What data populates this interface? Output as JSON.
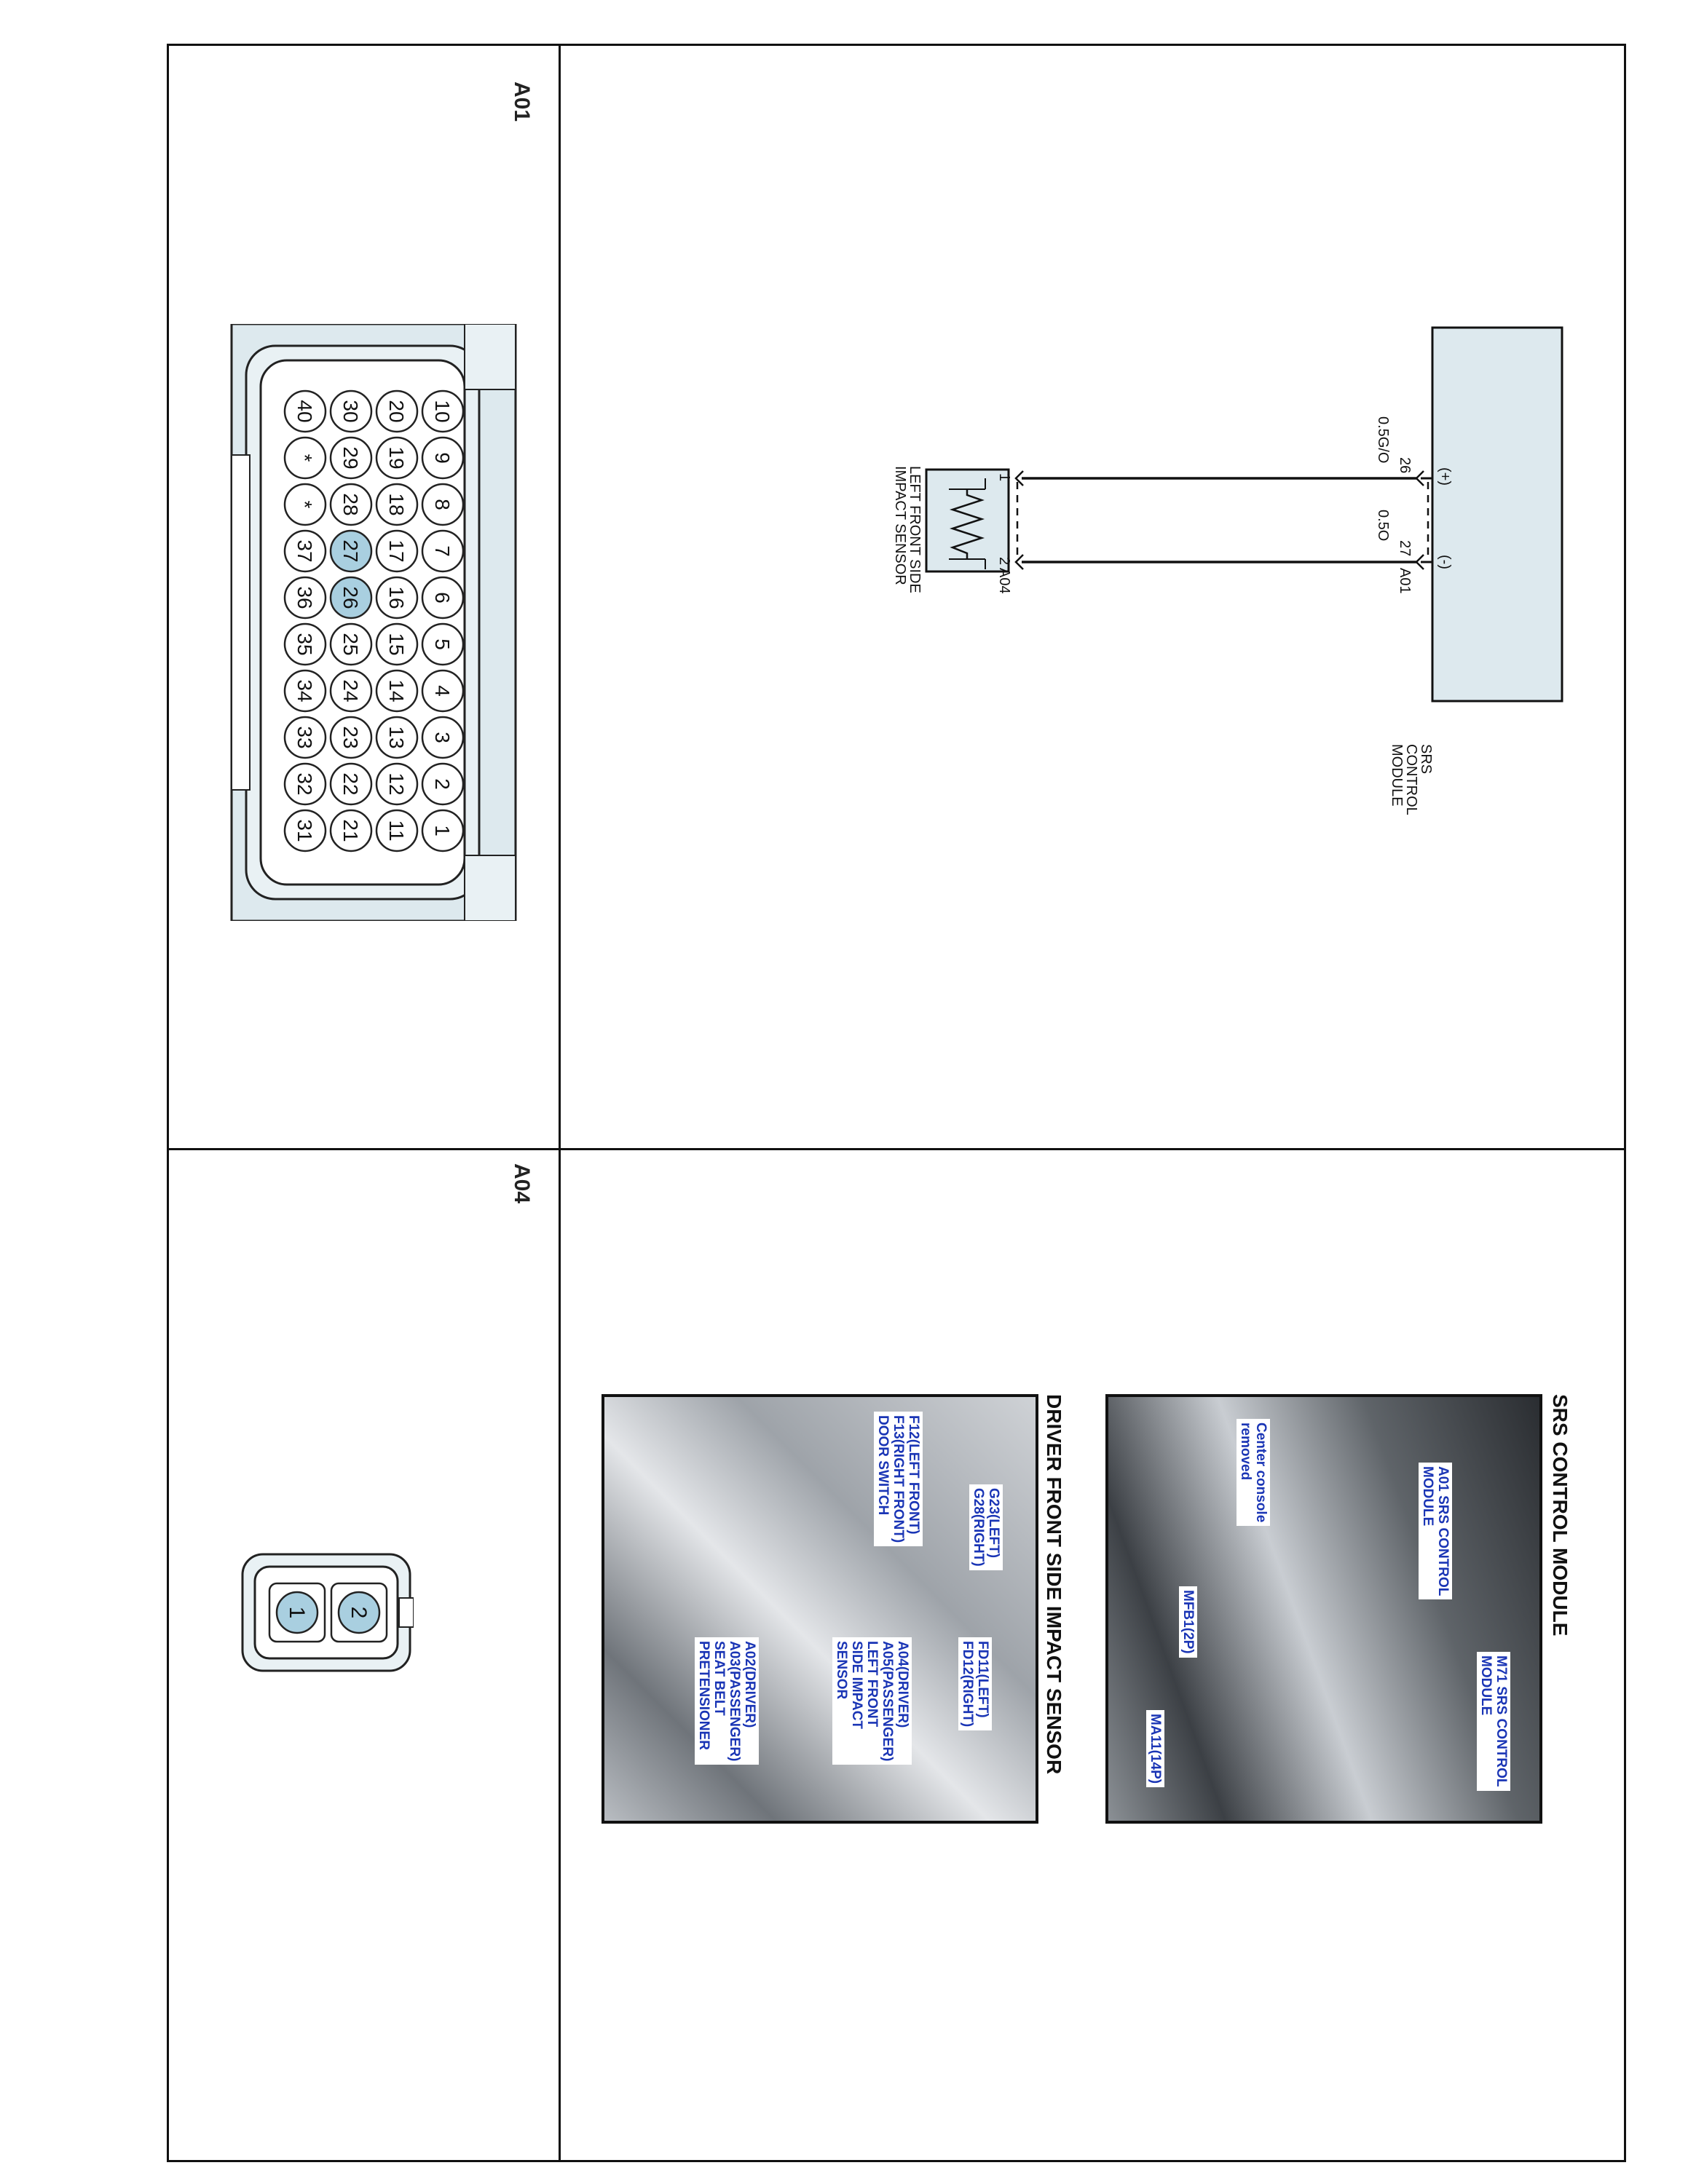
{
  "connectors": {
    "a01_label": "A01",
    "a04_label": "A04",
    "a01_pin_rows": [
      [
        "10",
        "9",
        "8",
        "7",
        "6",
        "5",
        "4",
        "3",
        "2",
        "1"
      ],
      [
        "20",
        "19",
        "18",
        "17",
        "16",
        "15",
        "14",
        "13",
        "12",
        "11"
      ],
      [
        "30",
        "29",
        "28",
        "27",
        "26",
        "25",
        "24",
        "23",
        "22",
        "21"
      ],
      [
        "40",
        "*",
        "*",
        "37",
        "36",
        "35",
        "34",
        "33",
        "32",
        "31"
      ]
    ],
    "a01_highlight_pins": [
      "27",
      "26"
    ],
    "a04_pins": [
      "2",
      "1"
    ],
    "highlight_color": "#a9cfe0"
  },
  "schematic": {
    "module_name": "SRS\nCONTROL\nMODULE",
    "module_connector": "A01",
    "pin_plus_label": "(+)",
    "pin_minus_label": "(-)",
    "pin_plus_number": "26",
    "pin_minus_number": "27",
    "wire_top_label": "0.5G/O",
    "wire_bottom_label": "0.5O",
    "sensor_pin_1": "1",
    "sensor_pin_2": "2",
    "sensor_connector": "A04",
    "sensor_name": "LEFT FRONT SIDE\nIMPACT SENSOR"
  },
  "photos": {
    "srs_title": "SRS CONTROL MODULE",
    "srs_callouts": {
      "a01": "A01 SRS CONTROL\nMODULE",
      "m71": "M71 SRS CONTROL\nMODULE",
      "console": "Center console\nremoved",
      "mfb1": "MFB1(2P)",
      "ma11": "MA11(14P)"
    },
    "driver_title": "DRIVER FRONT SIDE IMPACT SENSOR",
    "driver_callouts": {
      "g23": "G23(LEFT)\nG28(RIGHT)",
      "f12": "F12(LEFT FRONT)\nF13(RIGHT FRONT)\nDOOR SWITCH",
      "fd11": "FD11(LEFT)\nFD12(RIGHT)",
      "a04": "A04(DRIVER)\nA05(PASSENGER)\nLEFT FRONT\nSIDE IMPACT\nSENSOR",
      "a02": "A02(DRIVER)\nA03(PASSENGER)\nSEAT BELT\nPRETENSIONER"
    }
  }
}
